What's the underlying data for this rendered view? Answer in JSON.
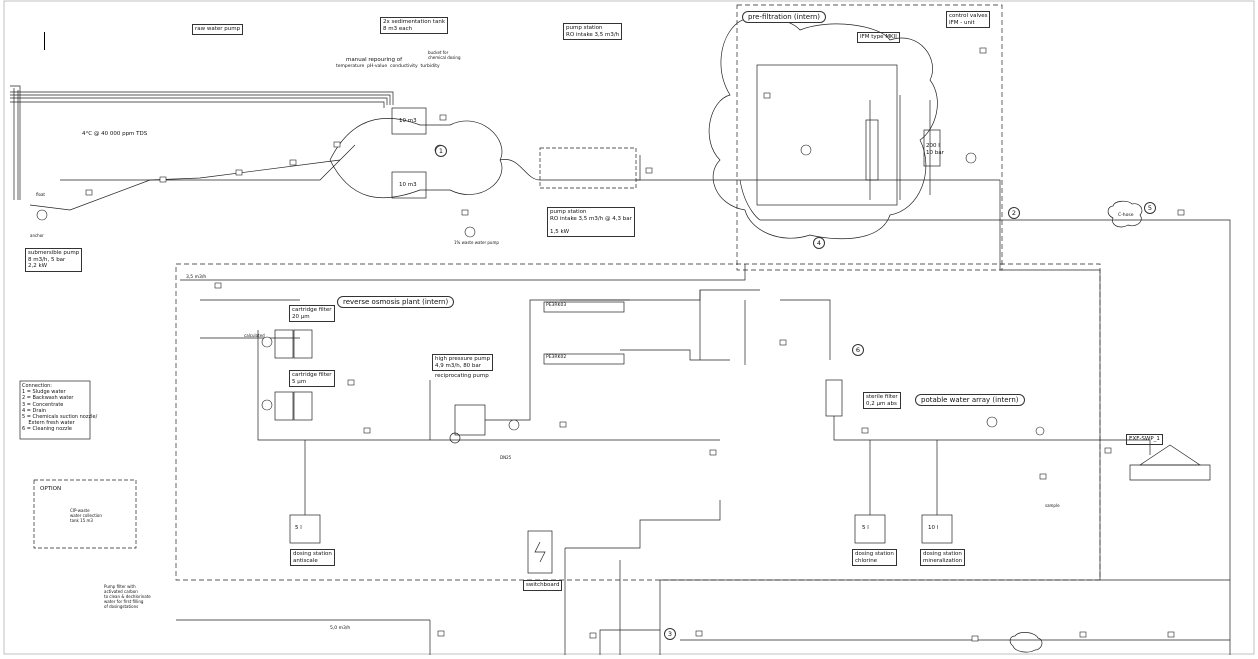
{
  "labels": {
    "raw_water_pump": "raw water pump",
    "sedimentation_tank": "2x sedimentation tank\n8 m3 each",
    "pump_station_top": "pump station\nRO intake 3,5 m3/h",
    "prefiltration": "pre-filtration (intern)",
    "control_valves": "control valves\nIFM - unit",
    "ifm_type": "IFM type MKII",
    "manual_repouring": "manual repouring of",
    "measurements": "temperature  pH-value  conductivity  turbidity",
    "bucket": "bucket for\nchemical dosing",
    "tds": "4°C @ 40 000 ppm TDS",
    "submersible_pump": "submersible pump\n8 m3/h, 5 bar\n2,2 kW",
    "pump_station_mid": "pump station\nRO intake 3,5 m3/h @ 4,3 bar\n\n1,5 kW",
    "tank_10m3_a": "10 m3",
    "tank_10m3_b": "10 m3",
    "tank_200l": "200 l\n10 bar",
    "ro_plant": "reverse osmosis plant (intern)",
    "cartridge_20": "cartridge filter\n20 µm",
    "cartridge_5": "cartridge filter\n5 µm",
    "hp_pump": "high pressure pump\n4,9 m3/h, 80 bar",
    "reciprocating": "reciprocating pump",
    "connection": "Connection:\n1 = Sludge water\n2 = Backwash water\n3 = Concentrate\n4 = Drain\n5 = Chemicals suction nozzle/\n    Extern fresh water\n6 = Cleaning nozzle",
    "option": "OPTION",
    "option_text": "CIP-waste\nwater collection\ntank 15 m3",
    "dosing_antiscale": "dosing station\nantiscale",
    "dosing_chlorine": "dosing station\nchlorine",
    "dosing_mineral": "dosing station\nmineralization",
    "switchboard": "switchboard",
    "potable": "potable water array (intern)",
    "sterile": "sterile filter\n0,2 µm abs",
    "exf": "EXF-SWP_1",
    "pump_filter_note": "Pump filter with\nactivated carbon\nto clean & dechlorinate\nwater for first filling\nof dosingstations",
    "flow_33": "3,5 m3/h",
    "flow_5": "5,0 m3/h",
    "ro_membranes_1": "PE3RK03",
    "ro_membranes_2": "PE3RK02",
    "tank_5l_a": "5 l",
    "tank_5l_b": "5 l",
    "tank_10l": "10 l",
    "hose": "C-hose",
    "waste_pump": "1% waste water pump",
    "anchor": "anchor",
    "float": "float",
    "dn": "DN25",
    "calc": "calculated",
    "sample": "sample"
  },
  "markers": [
    "1",
    "2",
    "3",
    "4",
    "5",
    "6"
  ]
}
